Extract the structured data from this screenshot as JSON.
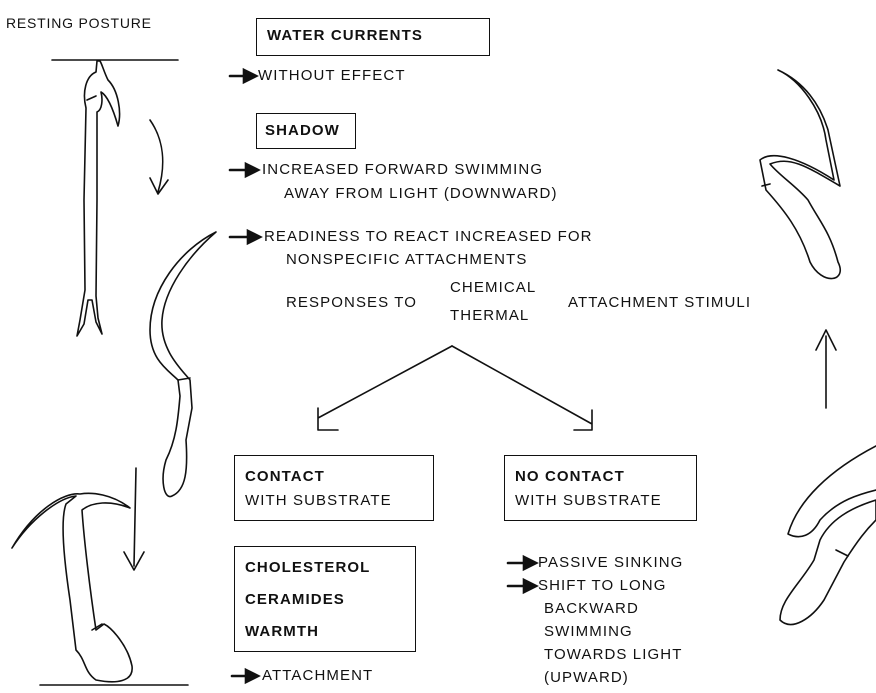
{
  "resting_posture": "RESTING POSTURE",
  "water_currents": {
    "title": "WATER CURRENTS",
    "effect": "WITHOUT EFFECT"
  },
  "shadow": {
    "title": "SHADOW",
    "line1": "INCREASED FORWARD SWIMMING",
    "line2": "AWAY FROM LIGHT (DOWNWARD)",
    "line3": "READINESS TO REACT INCREASED FOR",
    "line4": "NONSPECIFIC ATTACHMENTS"
  },
  "responses": {
    "prefix": "RESPONSES TO",
    "upper": "CHEMICAL",
    "lower": "THERMAL",
    "suffix": "ATTACHMENT STIMULI"
  },
  "contact": {
    "line1": "CONTACT",
    "line2": "WITH SUBSTRATE"
  },
  "no_contact": {
    "line1": "NO CONTACT",
    "line2": "WITH SUBSTRATE"
  },
  "stimuli": [
    "CHOLESTEROL",
    "CERAMIDES",
    "WARMTH"
  ],
  "attachment": "ATTACHMENT",
  "no_contact_results": {
    "line1": "PASSIVE SINKING",
    "line2": "SHIFT TO LONG",
    "line3": "BACKWARD",
    "line4": "SWIMMING",
    "line5": "TOWARDS LIGHT",
    "line6": "(UPWARD)"
  }
}
